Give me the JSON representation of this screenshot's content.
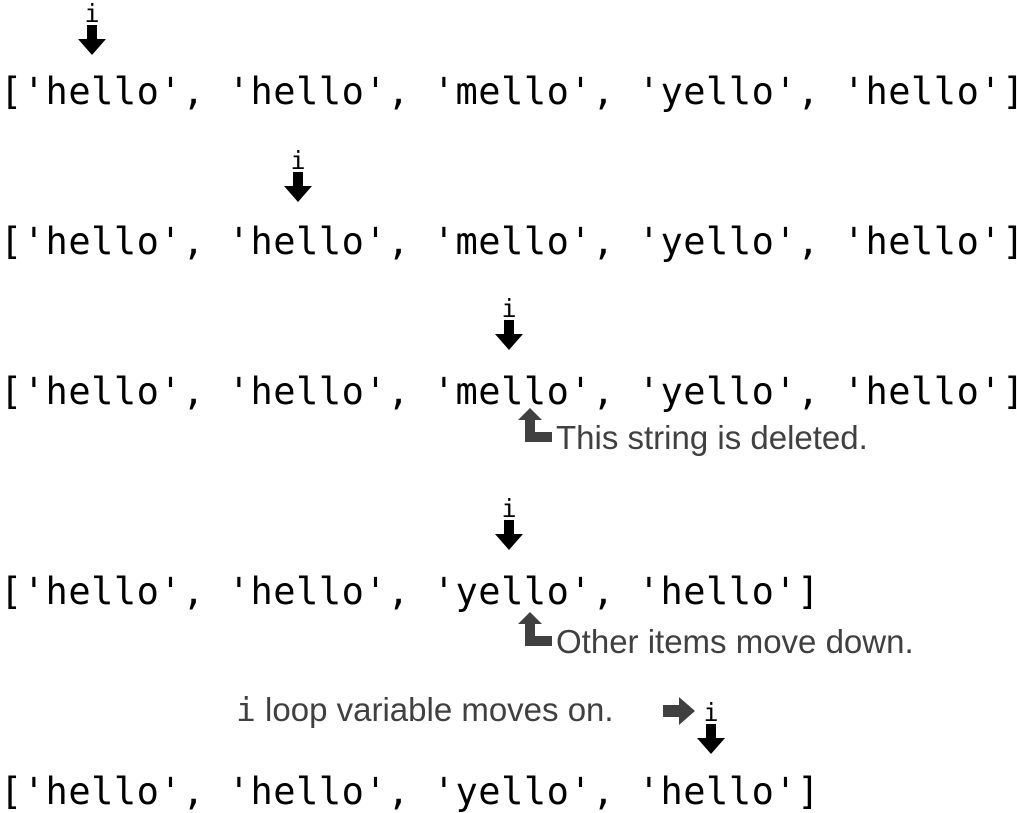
{
  "pointer_label": "i",
  "rows": [
    {
      "text": "['hello', 'hello', 'mello', 'yello', 'hello']"
    },
    {
      "text": "['hello', 'hello', 'mello', 'yello', 'hello']"
    },
    {
      "text": "['hello', 'hello', 'mello', 'yello', 'hello']"
    },
    {
      "text": "['hello', 'hello', 'yello', 'hello']"
    },
    {
      "text": "['hello', 'hello', 'yello', 'hello']"
    }
  ],
  "notes": {
    "deleted": "This string is deleted.",
    "move_down": "Other items move down.",
    "loop_var": "i",
    "loop_text": " loop variable moves on."
  },
  "colors": {
    "text": "#000000",
    "annotation": "#404040",
    "arrow": "#000000",
    "annotation_arrow": "#404040"
  },
  "icons": {
    "pointer": "down-arrow-icon",
    "note": "up-left-bent-arrow-icon",
    "loop": "right-arrow-icon"
  }
}
